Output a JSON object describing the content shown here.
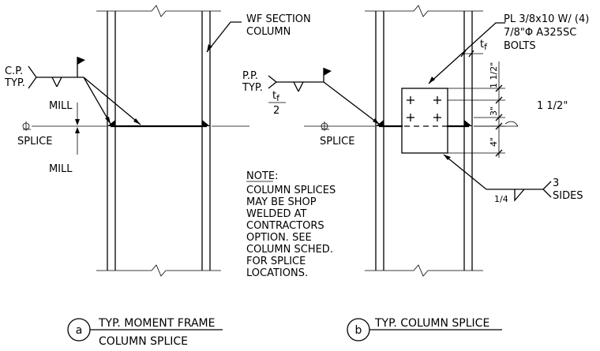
{
  "detail_a": {
    "callout": "WF SECTION\nCOLUMN",
    "weld_label": "C.P.\nTYP.",
    "mill_top": "MILL",
    "mill_bottom": "MILL",
    "splice_label": "SPLICE",
    "bubble_letter": "a",
    "title_line1": "TYP. MOMENT FRAME",
    "title_line2": "COLUMN SPLICE"
  },
  "detail_b": {
    "plate_callout_line1": "PL 3/8x10 W/ (4)",
    "plate_callout_line2": "7/8\"Φ  A325SC",
    "plate_callout_line3": "BOLTS",
    "tf_label": "t",
    "tf_sub": "f",
    "weld_label": "P.P.\nTYP.",
    "fraction_num": "t",
    "fraction_sub": "f",
    "fraction_den": "2",
    "splice_label": "SPLICE",
    "dim_top": "1 1/2\"",
    "dim_mid": "3\"",
    "dim_bot": "4\"",
    "dim_side": "1 1/2\"",
    "fillet_size": "1/4",
    "sides_num": "3",
    "sides_label": "SIDES",
    "bubble_letter": "b",
    "title": "TYP. COLUMN SPLICE"
  },
  "note": {
    "heading": "NOTE:",
    "lines": [
      "COLUMN SPLICES",
      "MAY BE SHOP",
      "WELDED AT",
      "CONTRACTORS",
      "OPTION. SEE",
      "COLUMN SCHED.",
      "FOR SPLICE",
      "LOCATIONS."
    ]
  }
}
